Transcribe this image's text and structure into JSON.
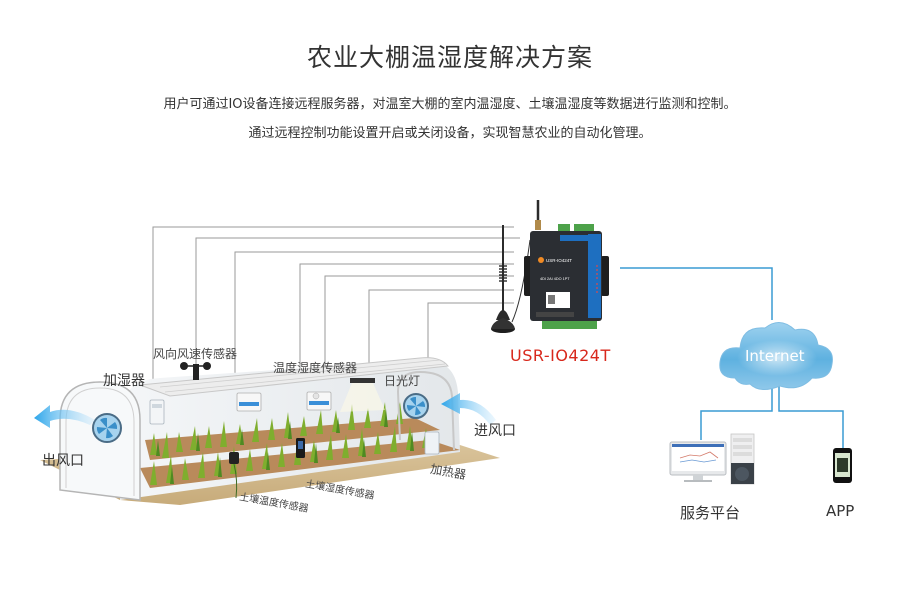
{
  "header": {
    "title": "农业大棚温湿度解决方案",
    "subtitle_line1": "用户可通过IO设备连接远程服务器，对温室大棚的室内温湿度、土壤温湿度等数据进行监测和控制。",
    "subtitle_line2": "通过远程控制功能设置开启或关闭设备，实现智慧农业的自动化管理。"
  },
  "device": {
    "model": "USR-IO424T",
    "panel_label": "USR-IO424T",
    "panel_sub": "4DI 2AI 4DO 1PT"
  },
  "greenhouse_labels": {
    "humidifier": "加湿器",
    "wind_sensor": "风向风速传感器",
    "temp_humidity_sensor": "温度湿度传感器",
    "daylight_lamp": "日光灯",
    "air_outlet": "出风口",
    "air_inlet": "进风口",
    "heater": "加热器",
    "soil_humidity_sensor": "土壤湿度传感器",
    "soil_temp_sensor": "土壤温度传感器"
  },
  "network": {
    "cloud_label": "Internet",
    "server_label": "服务平台",
    "app_label": "APP"
  },
  "colors": {
    "accent_red": "#d8281c",
    "network_line": "#3a9bd4",
    "wire_gray": "#9a9a9a",
    "device_blue": "#1e6fc0"
  }
}
